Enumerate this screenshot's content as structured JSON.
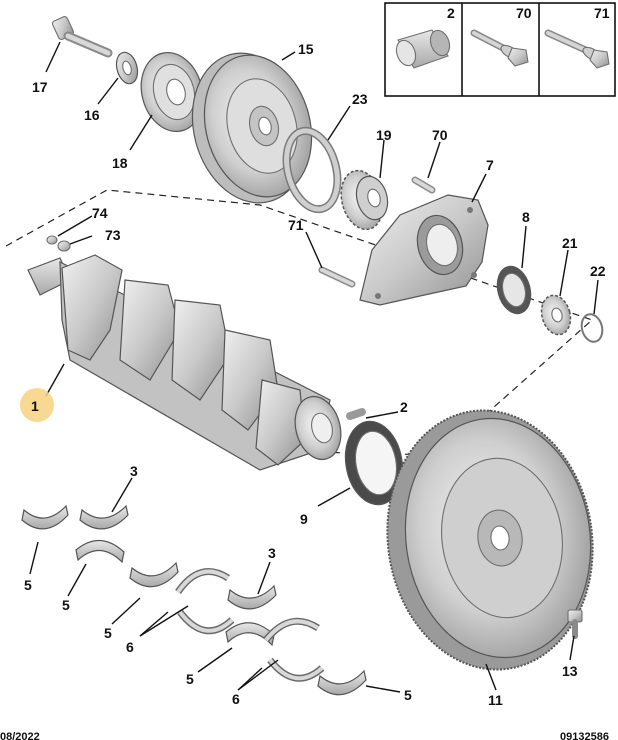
{
  "inset": [
    {
      "label": "2",
      "icon": "dowel-pin-icon"
    },
    {
      "label": "70",
      "icon": "bolt-flanged-icon"
    },
    {
      "label": "71",
      "icon": "bolt-long-icon"
    }
  ],
  "callouts": {
    "c17": "17",
    "c16": "16",
    "c15": "15",
    "c18": "18",
    "c23": "23",
    "c19": "19",
    "c70": "70",
    "c7": "7",
    "c74": "74",
    "c73": "73",
    "c71": "71",
    "c8": "8",
    "c21": "21",
    "c22": "22",
    "c1": "1",
    "c2": "2",
    "c3a": "3",
    "c9": "9",
    "c5a": "5",
    "c5b": "5",
    "c5c": "5",
    "c6a": "6",
    "c3b": "3",
    "c5d": "5",
    "c6b": "6",
    "c5e": "5",
    "c13": "13",
    "c11": "11"
  },
  "footer": {
    "left": "08/2022",
    "right": "09132586"
  },
  "colors": {
    "highlight": "#f7d27e",
    "part_fill": "#d3d3d3",
    "part_light": "#ececec",
    "part_dark": "#9a9a9a"
  }
}
